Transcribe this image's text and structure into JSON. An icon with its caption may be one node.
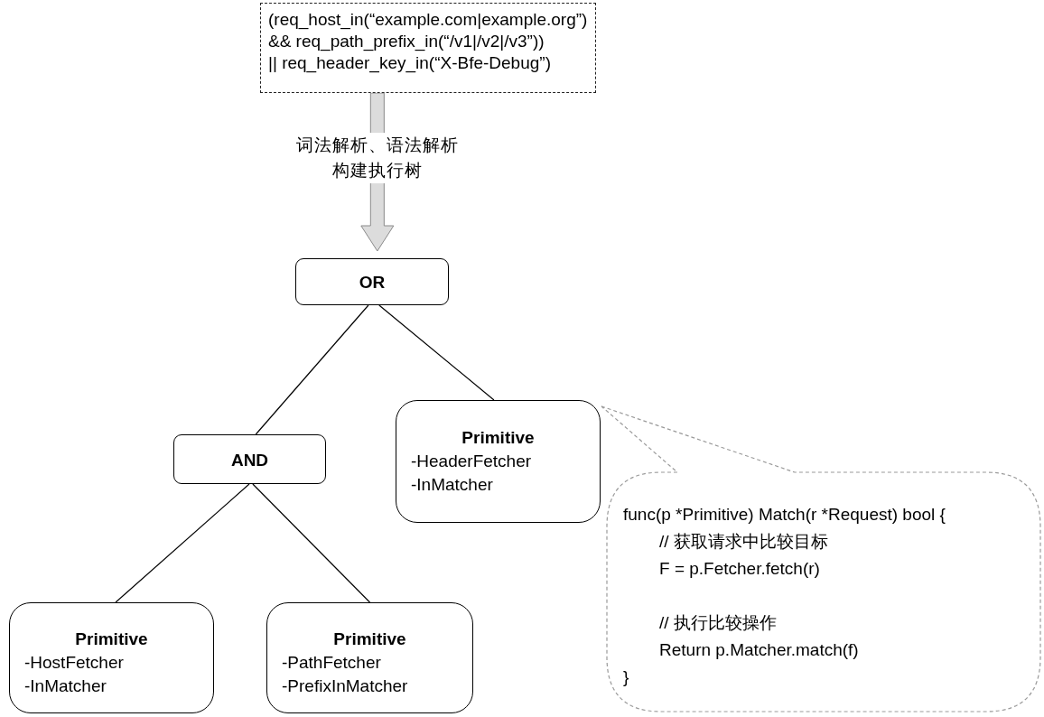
{
  "diagram": {
    "nodes": [
      {
        "text": [
          "(req_host_in(“example.com|example.org”)",
          "&& req_path_prefix_in(“/v1|/v2|/v3”))",
          "|| req_header_key_in(“X-Bfe-Debug”)"
        ]
      },
      {
        "text": [
          "OR"
        ]
      },
      {
        "text": [
          "AND"
        ]
      },
      {
        "text": [
          "Primitive",
          "-HeaderFetcher",
          "-InMatcher"
        ]
      },
      {
        "text": [
          "Primitive",
          "-HostFetcher",
          "-InMatcher"
        ]
      },
      {
        "text": [
          "Primitive",
          "-PathFetcher",
          "-PrefixInMatcher"
        ]
      },
      {
        "text": [
          "func(p *Primitive) Match(r *Request) bool {",
          "// 获取请求中比较目标",
          "F = p.Fetcher.fetch(r)",
          "// 执行比较操作",
          "Return p.Matcher.match(f)",
          "}"
        ]
      }
    ],
    "edges": [
      {
        "from": 0,
        "to": 1,
        "arrow": "to",
        "label": "词法解析、语法解析构建执行树",
        "style": "thick",
        "color": "#dcdcdc"
      },
      {
        "from": 1,
        "to": 2,
        "arrow": "none"
      },
      {
        "from": 1,
        "to": 3,
        "arrow": "none"
      },
      {
        "from": 2,
        "to": 4,
        "arrow": "none"
      },
      {
        "from": 2,
        "to": 5,
        "arrow": "none"
      }
    ]
  }
}
